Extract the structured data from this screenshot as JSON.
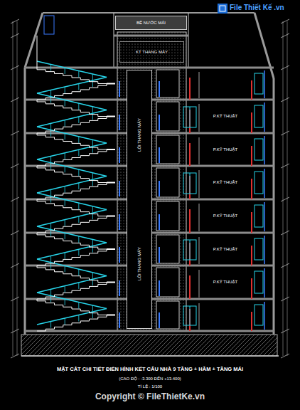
{
  "diagram": {
    "title": "MẶT CẮT CHI TIẾT ĐIỂN HÌNH KẾT CẤU NHÀ 9 TẦNG + HẦM + TẦNG MÁI",
    "nodes": [
      {
        "text": [
          "BỂ NƯỚC MÁI"
        ]
      },
      {
        "text": [
          "KT THANG MÁY"
        ]
      },
      {
        "text": [
          "LÕI THANG MÁY",
          "LÕI THANG MÁY"
        ]
      },
      {
        "text": [
          "P.KỸ THUẬT"
        ]
      },
      {
        "text": [
          "P.KỸ THUẬT"
        ]
      },
      {
        "text": [
          "P.KỸ THUẬT"
        ]
      },
      {
        "text": [
          "P.KỸ THUẬT"
        ]
      },
      {
        "text": [
          "P.KỸ THUẬT"
        ]
      },
      {
        "text": [
          "P.KỸ THUẬT"
        ]
      }
    ],
    "labels": [
      "(CAO ĐỘ : -3.300 ĐẾN +13.400)",
      "TỈ LỆ : 1/100",
      "Copyright © FileThietKe.vn",
      "File Thiết Kế .vn"
    ]
  }
}
